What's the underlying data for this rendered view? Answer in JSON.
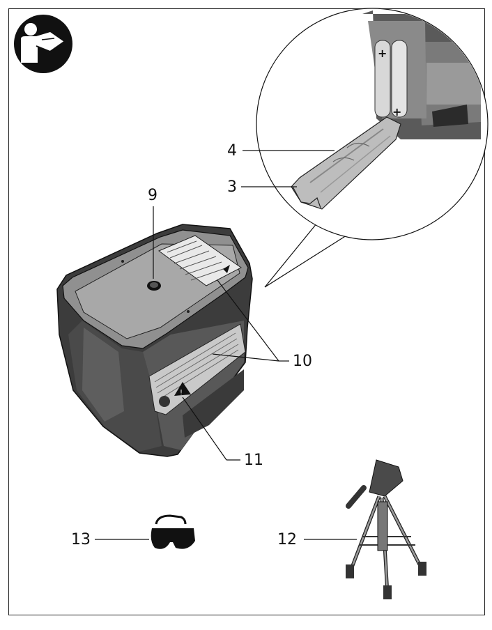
{
  "diagram": {
    "callouts": {
      "battery_cover_latch": "3",
      "battery_compartment_cover": "4",
      "tripod_mount": "9",
      "laser_warning_labels": "10",
      "serial_number": "11",
      "tripod": "12",
      "laser_viewing_glasses": "13"
    },
    "icons": [
      "read-manual-icon"
    ],
    "colors": {
      "line": "#111111",
      "body_dark": "#3a3a3a",
      "body_mid": "#8c8c8c",
      "body_light": "#c8c8c8"
    }
  }
}
